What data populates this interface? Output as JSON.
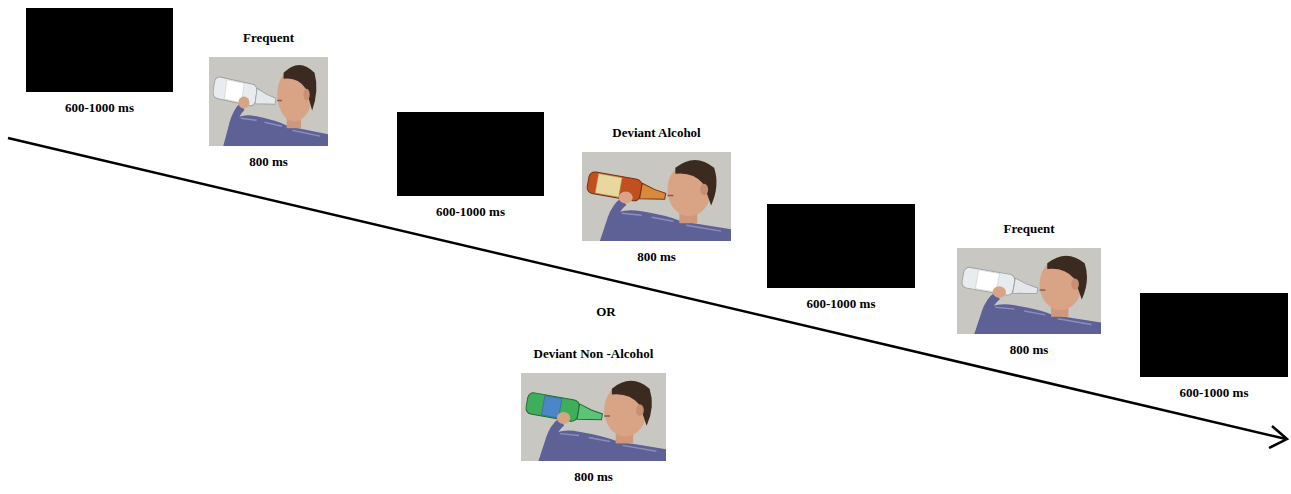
{
  "diagram": {
    "nodes": [
      {
        "text": [
          "600-1000 ms"
        ]
      },
      {
        "text": [
          "Frequent",
          "800 ms"
        ]
      },
      {
        "text": [
          "600-1000 ms"
        ]
      },
      {
        "text": [
          "Deviant Alcohol",
          "800 ms"
        ]
      },
      {
        "text": [
          "Deviant Non -Alcohol",
          "800 ms"
        ]
      },
      {
        "text": [
          "600-1000 ms"
        ]
      },
      {
        "text": [
          "Frequent",
          "800 ms"
        ]
      },
      {
        "text": [
          "600-1000 ms"
        ]
      }
    ],
    "labels": [
      "OR"
    ]
  }
}
